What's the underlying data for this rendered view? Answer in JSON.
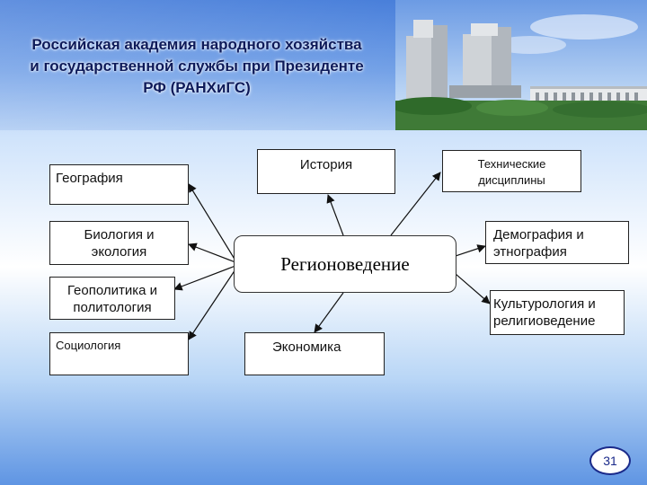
{
  "header": {
    "title_lines": [
      "Российская академия народного хозяйства",
      "и государственной службы при Президенте",
      "РФ (РАНХиГС)"
    ]
  },
  "diagram": {
    "center": "Регионоведение",
    "nodes": {
      "geography": "География",
      "biology": [
        "Биология и",
        "экология"
      ],
      "geopolitics": [
        "Геополитика и",
        "политология"
      ],
      "sociology": "Социология",
      "history": "История",
      "economics": "Экономика",
      "technical": [
        "Технические",
        "дисциплины"
      ],
      "demography": [
        "Демография и",
        "этнография"
      ],
      "culturology": [
        "Культурология и",
        "религиоведение"
      ]
    }
  },
  "page_number": "31"
}
